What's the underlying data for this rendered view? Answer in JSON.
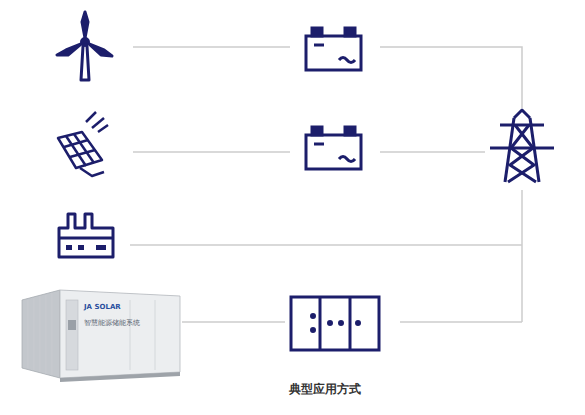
{
  "diagram": {
    "caption": "典型应用方式",
    "labels": [
      "JA SOLAR",
      "智慧能源储能系统"
    ]
  }
}
